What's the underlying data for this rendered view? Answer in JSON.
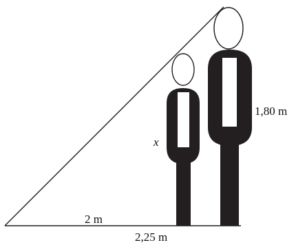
{
  "labels": {
    "small_height": "x",
    "large_height": "1,80 m",
    "short_base": "2 m",
    "long_base": "2,25 m"
  },
  "colors": {
    "figure": "#231f20",
    "line": "#231f20",
    "background": "#ffffff"
  }
}
